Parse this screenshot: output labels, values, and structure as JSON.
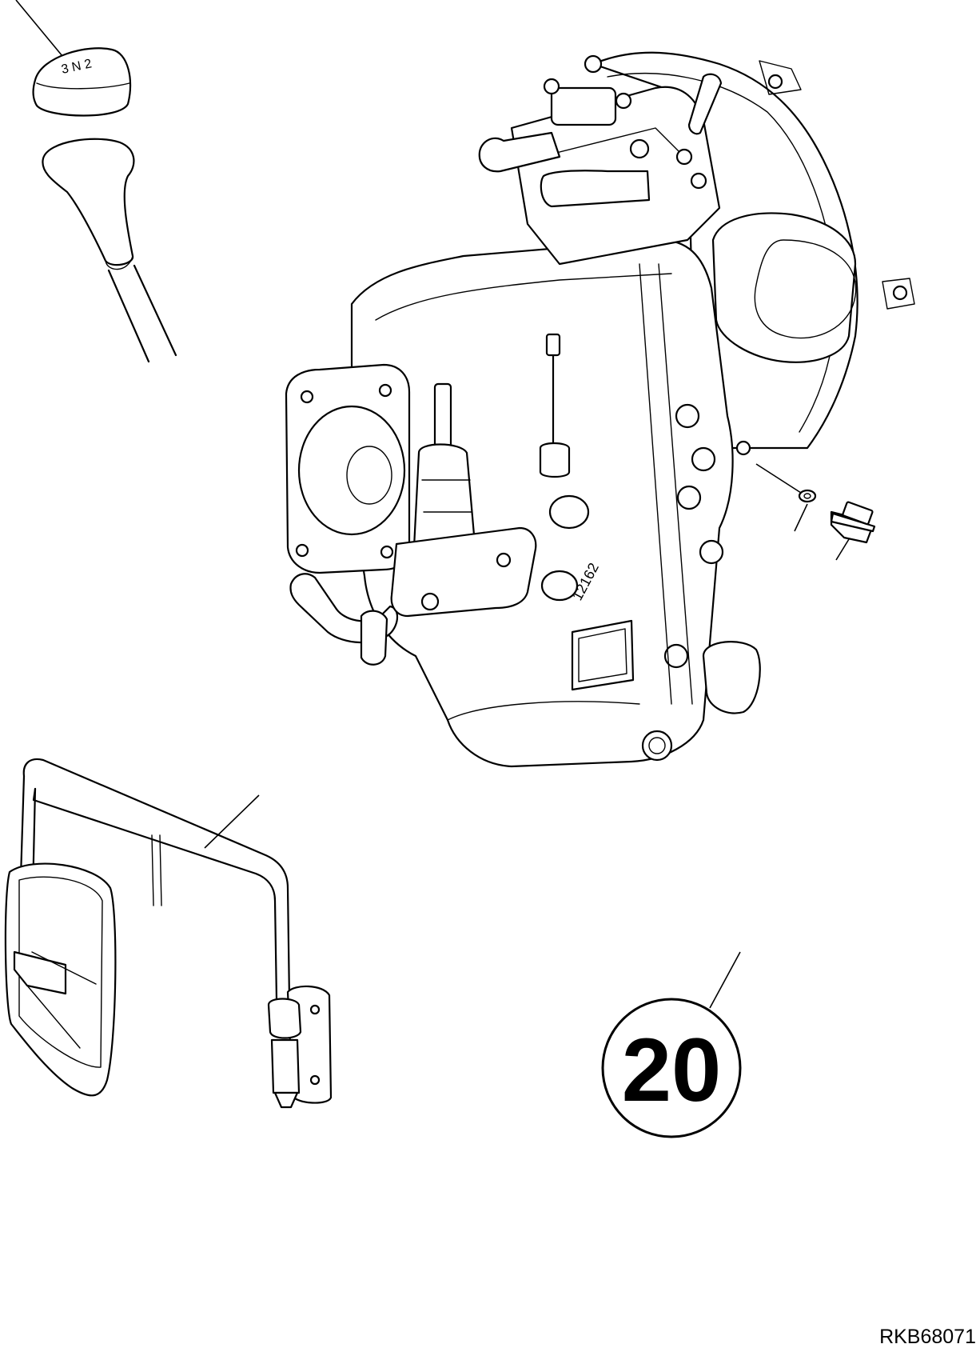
{
  "diagram": {
    "group_number": "20",
    "drawing_code": "RKB68071",
    "knob_marking": "3 N 2",
    "case_stamp": "12162"
  }
}
